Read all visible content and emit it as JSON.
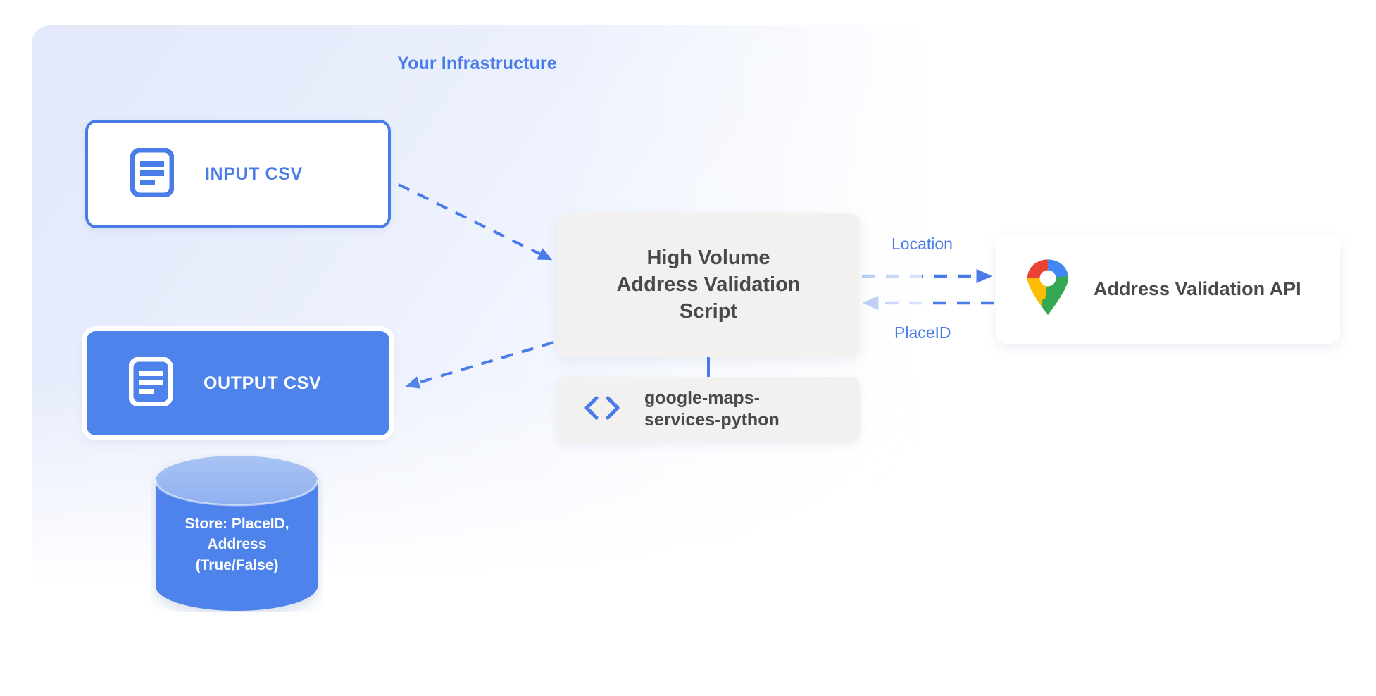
{
  "diagram": {
    "title": "Your Infrastructure",
    "accent_blue": "#4a7ce8",
    "node_fill_blue": "#4f83ec",
    "box_gray": "#f2f1f0",
    "text_gray": "#47494b"
  },
  "nodes": {
    "input_csv": {
      "label": "INPUT CSV",
      "icon": "document-icon"
    },
    "output_csv": {
      "label": "OUTPUT CSV",
      "icon": "document-icon"
    },
    "script": {
      "line1": "High Volume",
      "line2": "Address Validation",
      "line3": "Script"
    },
    "library": {
      "line1": "google-maps-",
      "line2": "services-python",
      "icon": "code-brackets-icon"
    },
    "api": {
      "label": "Address Validation API",
      "icon": "google-maps-pin-icon"
    },
    "database": {
      "line1": "Store: PlaceID,",
      "line2": "Address",
      "line3": "(True/False)"
    }
  },
  "edges": {
    "location_label": "Location",
    "placeid_label": "PlaceID"
  }
}
